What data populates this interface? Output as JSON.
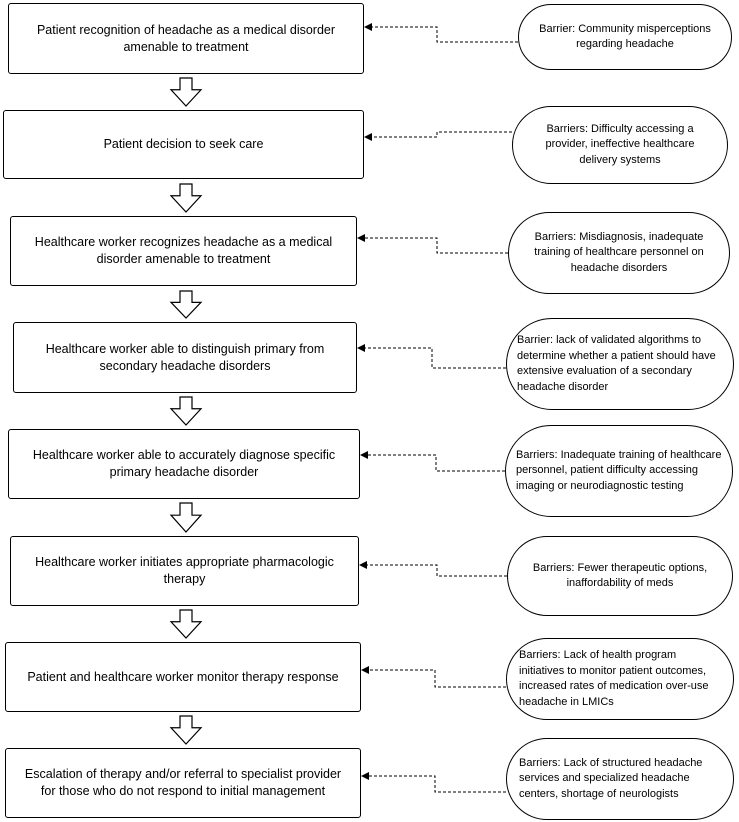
{
  "steps": [
    "Patient recognition of headache as a medical disorder amenable to treatment",
    "Patient decision to seek care",
    "Healthcare worker recognizes headache as a medical disorder amenable to treatment",
    "Healthcare worker able to distinguish primary from secondary headache disorders",
    "Healthcare worker able to accurately diagnose specific primary headache disorder",
    "Healthcare worker initiates appropriate pharmacologic therapy",
    "Patient and healthcare worker monitor therapy response",
    "Escalation of therapy and/or referral to specialist provider for those who do not respond to initial management"
  ],
  "barriers": [
    "Barrier: Community misperceptions regarding headache",
    "Barriers: Difficulty accessing a provider, ineffective healthcare delivery systems",
    "Barriers: Misdiagnosis, inadequate training of healthcare personnel on headache disorders",
    "Barrier: lack of validated algorithms to determine whether a patient should have extensive evaluation of a secondary headache disorder",
    "Barriers: Inadequate training of healthcare personnel, patient difficulty accessing imaging or neurodiagnostic testing",
    "Barriers: Fewer therapeutic options, inaffordability of meds",
    "Barriers: Lack of health program initiatives to monitor patient outcomes, increased rates of medication over-use headache in LMICs",
    "Barriers: Lack of structured headache services and specialized headache centers, shortage of neurologists"
  ],
  "colors": {
    "line": "#000000",
    "fill": "#ffffff"
  }
}
